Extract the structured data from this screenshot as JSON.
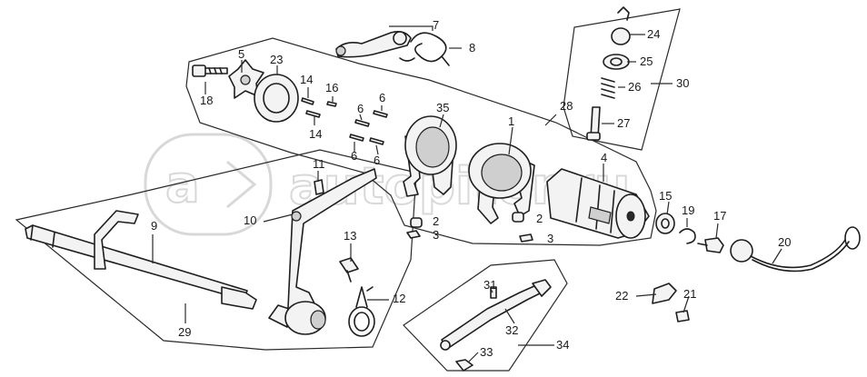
{
  "watermark": {
    "mark": "a",
    "text": "autopiter.ru"
  },
  "part_labels": [
    {
      "id": "label-1",
      "text": "1"
    },
    {
      "id": "label-2a",
      "text": "2"
    },
    {
      "id": "label-2b",
      "text": "2"
    },
    {
      "id": "label-3a",
      "text": "3"
    },
    {
      "id": "label-3b",
      "text": "3"
    },
    {
      "id": "label-4",
      "text": "4"
    },
    {
      "id": "label-5",
      "text": "5"
    },
    {
      "id": "label-6a",
      "text": "6"
    },
    {
      "id": "label-6b",
      "text": "6"
    },
    {
      "id": "label-6c",
      "text": "6"
    },
    {
      "id": "label-6d",
      "text": "6"
    },
    {
      "id": "label-7",
      "text": "7"
    },
    {
      "id": "label-8",
      "text": "8"
    },
    {
      "id": "label-9",
      "text": "9"
    },
    {
      "id": "label-10",
      "text": "10"
    },
    {
      "id": "label-11",
      "text": "11"
    },
    {
      "id": "label-12",
      "text": "12"
    },
    {
      "id": "label-13",
      "text": "13"
    },
    {
      "id": "label-14a",
      "text": "14"
    },
    {
      "id": "label-14b",
      "text": "14"
    },
    {
      "id": "label-15",
      "text": "15"
    },
    {
      "id": "label-16",
      "text": "16"
    },
    {
      "id": "label-17",
      "text": "17"
    },
    {
      "id": "label-18",
      "text": "18"
    },
    {
      "id": "label-19",
      "text": "19"
    },
    {
      "id": "label-20",
      "text": "20"
    },
    {
      "id": "label-21",
      "text": "21"
    },
    {
      "id": "label-22",
      "text": "22"
    },
    {
      "id": "label-23",
      "text": "23"
    },
    {
      "id": "label-24",
      "text": "24"
    },
    {
      "id": "label-25",
      "text": "25"
    },
    {
      "id": "label-26",
      "text": "26"
    },
    {
      "id": "label-27",
      "text": "27"
    },
    {
      "id": "label-28",
      "text": "28"
    },
    {
      "id": "label-29",
      "text": "29"
    },
    {
      "id": "label-30",
      "text": "30"
    },
    {
      "id": "label-31",
      "text": "31"
    },
    {
      "id": "label-32",
      "text": "32"
    },
    {
      "id": "label-33",
      "text": "33"
    },
    {
      "id": "label-34",
      "text": "34"
    },
    {
      "id": "label-35",
      "text": "35"
    }
  ]
}
